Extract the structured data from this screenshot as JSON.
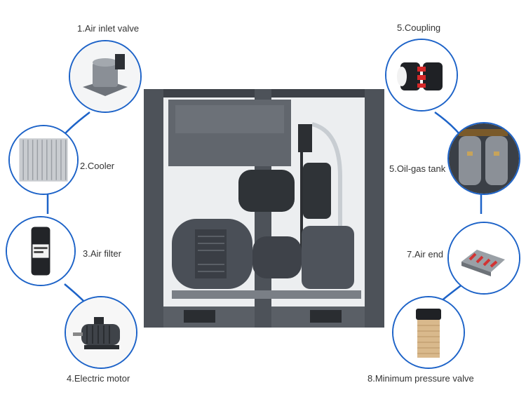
{
  "parts": [
    {
      "id": "p1",
      "label": "1.Air inlet valve",
      "icon": "air-inlet-valve-icon"
    },
    {
      "id": "p2",
      "label": "2.Cooler",
      "icon": "cooler-icon"
    },
    {
      "id": "p3",
      "label": "3.Air filter",
      "icon": "air-filter-icon"
    },
    {
      "id": "p4",
      "label": "4.Electric motor",
      "icon": "electric-motor-icon"
    },
    {
      "id": "p5",
      "label": "5.Coupling",
      "icon": "coupling-icon"
    },
    {
      "id": "p6",
      "label": "5.Oil-gas tank",
      "icon": "oil-gas-tank-icon"
    },
    {
      "id": "p7",
      "label": "7.Air end",
      "icon": "air-end-icon"
    },
    {
      "id": "p8",
      "label": "8.Minimum pressure valve",
      "icon": "minimum-pressure-valve-icon"
    }
  ],
  "colors": {
    "connector": "#1d63c8",
    "cabinet": "#5a5f66",
    "cabinet_dark": "#3d4148",
    "motor": "#4a4f57",
    "text": "#333333"
  },
  "center_image": "air-compressor-icon"
}
